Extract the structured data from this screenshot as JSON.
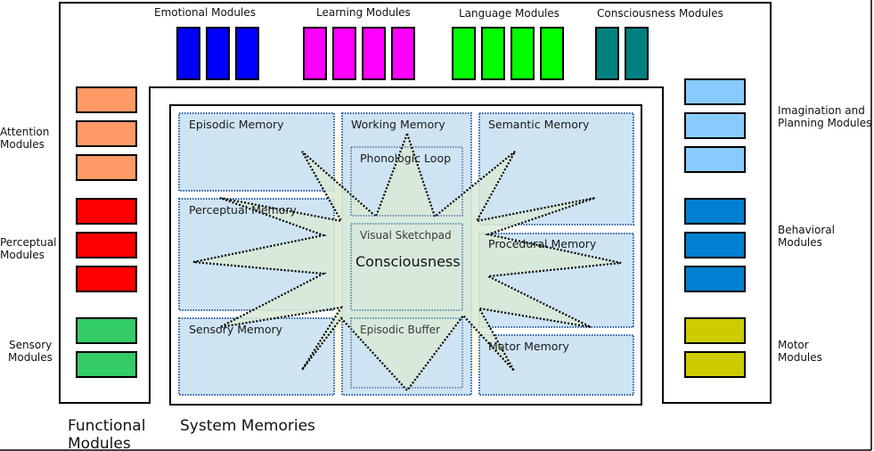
{
  "top_modules": [
    {
      "label": "Emotional Modules",
      "count": 3,
      "color": "#0000ff"
    },
    {
      "label": "Learning Modules",
      "count": 4,
      "color": "#ff00ff"
    },
    {
      "label": "Language Modules",
      "count": 4,
      "color": "#00ff00"
    },
    {
      "label": "Consciousness Modules",
      "count": 2,
      "color": "#008080"
    }
  ],
  "left_modules": [
    {
      "label_lines": [
        "Attention",
        "Modules"
      ],
      "count": 3,
      "color": "#ff9966"
    },
    {
      "label_lines": [
        "Perceptual",
        "Modules"
      ],
      "count": 3,
      "color": "#ff0000"
    },
    {
      "label_lines": [
        "Sensory",
        "Modules"
      ],
      "count": 2,
      "color": "#33cc66"
    }
  ],
  "right_modules": [
    {
      "label_lines": [
        "Imagination and",
        "Planning Modules"
      ],
      "count": 3,
      "color": "#88ccff"
    },
    {
      "label_lines": [
        "Behavioral",
        "Modules"
      ],
      "count": 3,
      "color": "#0080d0"
    },
    {
      "label_lines": [
        "Motor",
        "Modules"
      ],
      "count": 2,
      "color": "#cccc00"
    }
  ],
  "memories": {
    "episodic": "Episodic Memory",
    "working": "Working Memory",
    "semantic": "Semantic Memory",
    "perceptual": "Perceptual Memory",
    "procedural": "Procedural Memory",
    "sensory": "Sensory Memory",
    "motor": "Motor Memory",
    "phonologic_loop": "Phonologic Loop",
    "visual_sketchpad": "Visual Sketchpad",
    "episodic_buffer": "Episodic Buffer"
  },
  "consciousness_label": "Consciousness",
  "footer": {
    "functional_line1": "Functional",
    "functional_line2": "Modules",
    "system_memories": "System Memories"
  },
  "colors": {
    "memory_fill": "#cfe4f3",
    "memory_border": "#2a5fa8",
    "star_fill": "#d9ead6",
    "gap_fill": "#fffbe0"
  }
}
